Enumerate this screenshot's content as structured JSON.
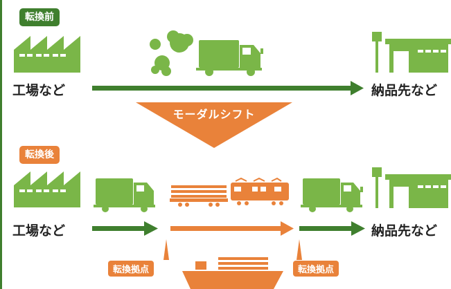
{
  "before": {
    "tag": "転換前",
    "origin_label": "工場など",
    "destination_label": "納品先など"
  },
  "shift": {
    "label": "モーダルシフト"
  },
  "after": {
    "tag": "転換後",
    "origin_label": "工場など",
    "destination_label": "納品先など",
    "hub_label_left": "転換拠点",
    "hub_label_right": "転換拠点"
  },
  "colors": {
    "green_icon": "#7ab648",
    "green_arrow": "#3f7f2e",
    "orange": "#e9823a"
  }
}
